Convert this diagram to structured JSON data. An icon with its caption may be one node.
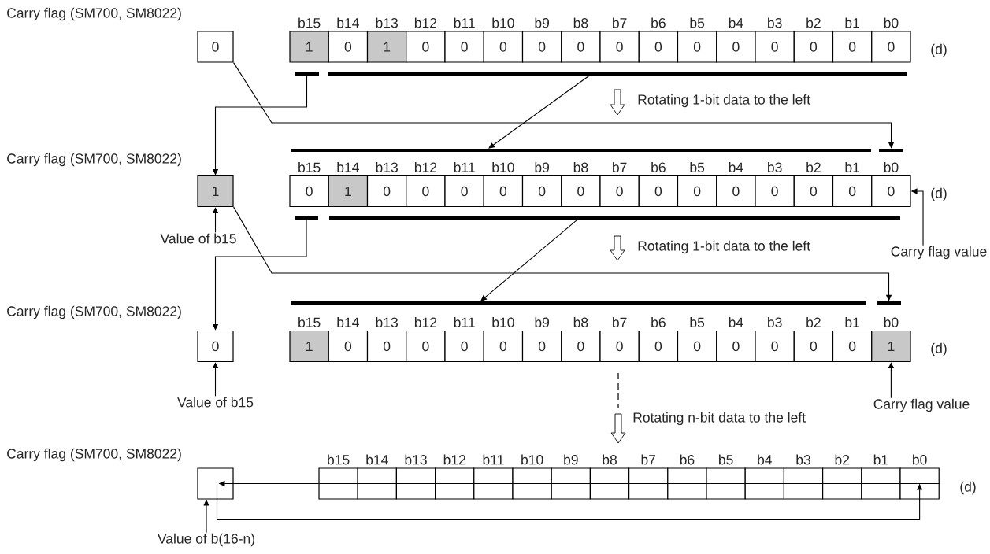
{
  "diagram": {
    "nodes": [
      {
        "text": [
          "0"
        ]
      },
      {
        "text": [
          "b15",
          "1"
        ]
      },
      {
        "text": [
          "b14",
          "0"
        ]
      },
      {
        "text": [
          "b13",
          "1"
        ]
      },
      {
        "text": [
          "b12",
          "0"
        ]
      },
      {
        "text": [
          "b11",
          "0"
        ]
      },
      {
        "text": [
          "b10",
          "0"
        ]
      },
      {
        "text": [
          "b9",
          "0"
        ]
      },
      {
        "text": [
          "b8",
          "0"
        ]
      },
      {
        "text": [
          "b7",
          "0"
        ]
      },
      {
        "text": [
          "b6",
          "0"
        ]
      },
      {
        "text": [
          "b5",
          "0"
        ]
      },
      {
        "text": [
          "b4",
          "0"
        ]
      },
      {
        "text": [
          "b3",
          "0"
        ]
      },
      {
        "text": [
          "b2",
          "0"
        ]
      },
      {
        "text": [
          "b1",
          "0"
        ]
      },
      {
        "text": [
          "b0",
          "0"
        ]
      },
      {
        "text": [],
        "shape": "bar"
      },
      {
        "text": [],
        "shape": "bar"
      },
      {
        "text": [],
        "shape": "bar"
      },
      {
        "text": [],
        "shape": "bar"
      },
      {
        "text": [
          "1"
        ]
      },
      {
        "text": [
          "b15",
          "0"
        ]
      },
      {
        "text": [
          "b14",
          "1"
        ]
      },
      {
        "text": [
          "b13",
          "0"
        ]
      },
      {
        "text": [
          "b12",
          "0"
        ]
      },
      {
        "text": [
          "b11",
          "0"
        ]
      },
      {
        "text": [
          "b10",
          "0"
        ]
      },
      {
        "text": [
          "b9",
          "0"
        ]
      },
      {
        "text": [
          "b8",
          "0"
        ]
      },
      {
        "text": [
          "b7",
          "0"
        ]
      },
      {
        "text": [
          "b6",
          "0"
        ]
      },
      {
        "text": [
          "b5",
          "0"
        ]
      },
      {
        "text": [
          "b4",
          "0"
        ]
      },
      {
        "text": [
          "b3",
          "0"
        ]
      },
      {
        "text": [
          "b2",
          "0"
        ]
      },
      {
        "text": [
          "b1",
          "0"
        ]
      },
      {
        "text": [
          "b0",
          "0"
        ]
      },
      {
        "text": [
          "Value of b15"
        ]
      },
      {
        "text": [
          "Carry flag value"
        ]
      },
      {
        "text": [],
        "shape": "bar"
      },
      {
        "text": [],
        "shape": "bar"
      },
      {
        "text": [],
        "shape": "bar"
      },
      {
        "text": [],
        "shape": "bar"
      },
      {
        "text": [
          "0"
        ]
      },
      {
        "text": [
          "b15",
          "1"
        ]
      },
      {
        "text": [
          "b14",
          "0"
        ]
      },
      {
        "text": [
          "b13",
          "0"
        ]
      },
      {
        "text": [
          "b12",
          "0"
        ]
      },
      {
        "text": [
          "b11",
          "0"
        ]
      },
      {
        "text": [
          "b10",
          "0"
        ]
      },
      {
        "text": [
          "b9",
          "0"
        ]
      },
      {
        "text": [
          "b8",
          "0"
        ]
      },
      {
        "text": [
          "b7",
          "0"
        ]
      },
      {
        "text": [
          "b6",
          "0"
        ]
      },
      {
        "text": [
          "b5",
          "0"
        ]
      },
      {
        "text": [
          "b4",
          "0"
        ]
      },
      {
        "text": [
          "b3",
          "0"
        ]
      },
      {
        "text": [
          "b2",
          "0"
        ]
      },
      {
        "text": [
          "b1",
          "0"
        ]
      },
      {
        "text": [
          "b0",
          "1"
        ]
      },
      {
        "text": [
          "Value of b15"
        ]
      },
      {
        "text": [
          "Carry flag value"
        ]
      },
      {
        "text": [],
        "shape": "box"
      },
      {
        "text": [
          "b15"
        ]
      },
      {
        "text": [
          "b14"
        ]
      },
      {
        "text": [
          "b13"
        ]
      },
      {
        "text": [
          "b12"
        ]
      },
      {
        "text": [
          "b11"
        ]
      },
      {
        "text": [
          "b10"
        ]
      },
      {
        "text": [
          "b9"
        ]
      },
      {
        "text": [
          "b8"
        ]
      },
      {
        "text": [
          "b7"
        ]
      },
      {
        "text": [
          "b6"
        ]
      },
      {
        "text": [
          "b5"
        ]
      },
      {
        "text": [
          "b4"
        ]
      },
      {
        "text": [
          "b3"
        ]
      },
      {
        "text": [
          "b2"
        ]
      },
      {
        "text": [
          "b1"
        ]
      },
      {
        "text": [
          "b0"
        ]
      },
      {
        "text": [
          "Value of b(16-n)"
        ]
      }
    ],
    "edges": [
      {
        "from": 17,
        "to": 21,
        "arrow": "to"
      },
      {
        "from": 0,
        "to": 20,
        "arrow": "to"
      },
      {
        "from": 18,
        "to": 19,
        "arrow": "to"
      },
      {
        "from": 38,
        "to": 21,
        "arrow": "to"
      },
      {
        "from": 39,
        "to": 37,
        "arrow": "to"
      },
      {
        "from": 40,
        "to": 44,
        "arrow": "to"
      },
      {
        "from": 21,
        "to": 43,
        "arrow": "to"
      },
      {
        "from": 41,
        "to": 42,
        "arrow": "to"
      },
      {
        "from": 61,
        "to": 44,
        "arrow": "to"
      },
      {
        "from": 62,
        "to": 60,
        "arrow": "to"
      },
      {
        "from": 64,
        "to": 63,
        "arrow": "to"
      },
      {
        "from": 63,
        "to": 79,
        "arrow": "to"
      },
      {
        "from": 80,
        "to": 63,
        "arrow": "to"
      }
    ],
    "labels": [
      "Carry flag (SM700, SM8022)",
      "(d)",
      "Rotating 1-bit data to the left",
      "Carry flag (SM700, SM8022)",
      "(d)",
      "Rotating 1-bit data to the left",
      "Carry flag (SM700, SM8022)",
      "(d)",
      "Rotating n-bit data to the left",
      "Carry flag (SM700, SM8022)",
      "(d)"
    ]
  }
}
